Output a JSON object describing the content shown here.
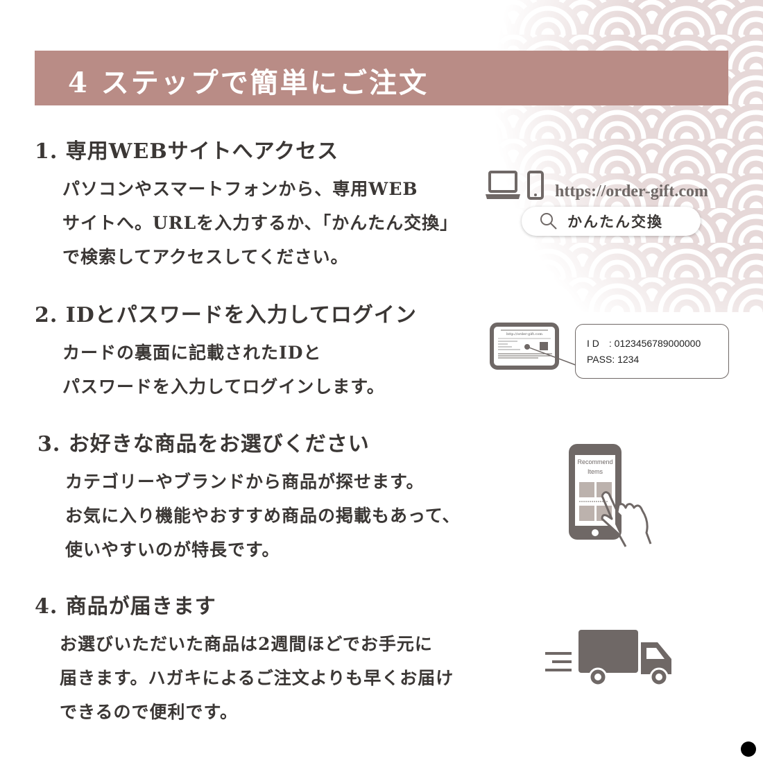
{
  "header": {
    "title": "4 ステップで簡単にご注文"
  },
  "steps": [
    {
      "title": "1. 専用WEBサイトへアクセス",
      "body": "パソコンやスマートフォンから、専用WEB\nサイトへ。URLを入力するか、「かんたん交換」\nで検索してアクセスしてください。"
    },
    {
      "title": "2. IDとパスワードを入力してログイン",
      "body": "カードの裏面に記載されたIDと\nパスワードを入力してログインします。"
    },
    {
      "title": "3. お好きな商品をお選びください",
      "body": "カテゴリーやブランドから商品が探せます。\nお気に入り機能やおすすめ商品の掲載もあって、\n使いやすいのが特長です。"
    },
    {
      "title": "4. 商品が届きます",
      "body": "お選びいただいた商品は2週間ほどでお手元に\n届きます。ハガキによるご注文よりも早くお届け\nできるので便利です。"
    }
  ],
  "access": {
    "url": "https://order-gift.com",
    "search_text": "かんたん交換",
    "search_icon": "search-icon"
  },
  "card": {
    "url": "http://order-gift.com",
    "id_line": "I D　: 0123456789000000",
    "pass_line": "PASS: 1234"
  },
  "phone": {
    "screen_title": "Recommend Items",
    "screen_line1": "Recommend",
    "screen_line2": "Items"
  },
  "colors": {
    "accent": "#b98c86",
    "icon": "#6f6866",
    "wave": "#e6d8d8",
    "text": "#3b3735"
  }
}
